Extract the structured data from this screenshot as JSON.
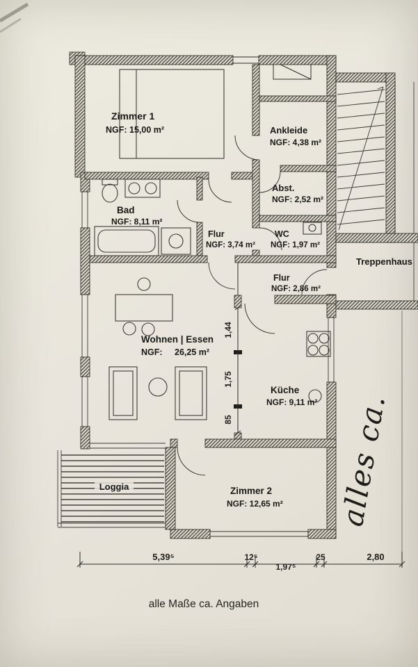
{
  "colors": {
    "paper": "#e9e5dc",
    "ink": "#1a1a1a"
  },
  "rooms": {
    "zimmer1": {
      "name": "Zimmer 1",
      "area": "NGF: 15,00 m²"
    },
    "ankleide": {
      "name": "Ankleide",
      "area": "NGF: 4,38 m²"
    },
    "abst": {
      "name": "Abst.",
      "area": "NGF: 2,52 m²"
    },
    "bad": {
      "name": "Bad",
      "area": "NGF: 8,11 m²"
    },
    "flur1": {
      "name": "Flur",
      "area": "NGF: 3,74 m²"
    },
    "wc": {
      "name": "WC",
      "area": "NGF: 1,97 m²"
    },
    "treppenhaus": {
      "name": "Treppenhaus"
    },
    "flur2": {
      "name": "Flur",
      "area": "NGF: 2,86 m²"
    },
    "wohnen_essen": {
      "name": "Wohnen | Essen",
      "area_label": "NGF:",
      "area_value": "26,25 m²"
    },
    "kueche": {
      "name": "Küche",
      "area": "NGF: 9,11 m²"
    },
    "loggia": {
      "name": "Loggia"
    },
    "zimmer2": {
      "name": "Zimmer 2",
      "area": "NGF: 12,65 m²"
    }
  },
  "dimensions": {
    "interior": [
      "1,44",
      "1,75",
      "85"
    ],
    "bottom": [
      "5,39⁵",
      "12⁵",
      "1,97⁵",
      "25",
      "2,80"
    ]
  },
  "annotations": {
    "handwritten": "alles ca.",
    "caption": "alle Maße ca. Angaben"
  }
}
